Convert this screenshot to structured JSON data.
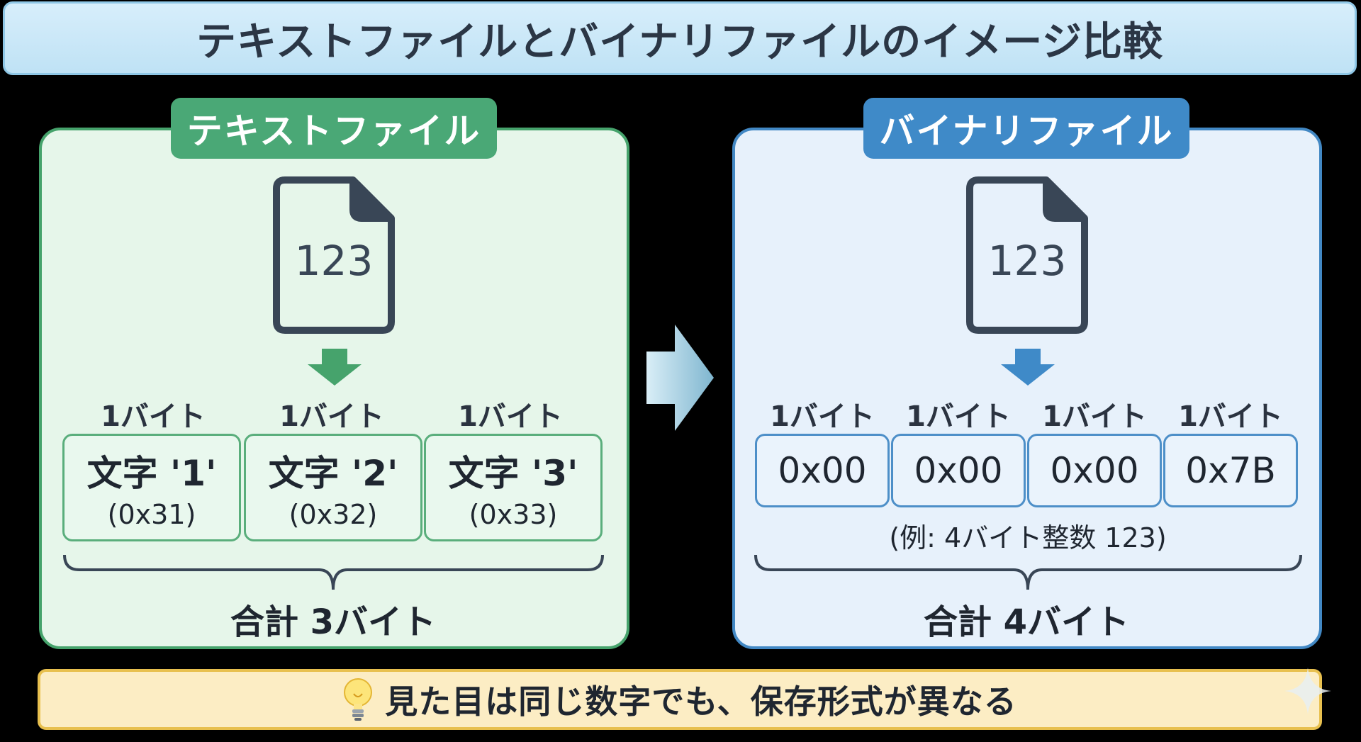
{
  "title": "テキストファイルとバイナリファイルのイメージ比較",
  "text_file": {
    "label": "テキストファイル",
    "doc_value": "123",
    "byte_labels": [
      "1バイト",
      "1バイト",
      "1バイト"
    ],
    "cells": [
      {
        "main": "文字 '1'",
        "sub": "(0x31)"
      },
      {
        "main": "文字 '2'",
        "sub": "(0x32)"
      },
      {
        "main": "文字 '3'",
        "sub": "(0x33)"
      }
    ],
    "total": "合計 3バイト",
    "accent": "#4aa876"
  },
  "binary_file": {
    "label": "バイナリファイル",
    "doc_value": "123",
    "byte_labels": [
      "1バイト",
      "1バイト",
      "1バイト",
      "1バイト"
    ],
    "cells": [
      "0x00",
      "0x00",
      "0x00",
      "0x7B"
    ],
    "example": "(例: 4バイト整数 123)",
    "total": "合計 4バイト",
    "accent": "#3f8ac8"
  },
  "note": "見た目は同じ数字でも、保存形式が異なる",
  "icons": {
    "document": "document-icon",
    "arrow_down": "arrow-down-icon",
    "arrow_right": "arrow-right-icon",
    "bulb": "lightbulb-icon",
    "sparkle": "sparkle-icon"
  }
}
